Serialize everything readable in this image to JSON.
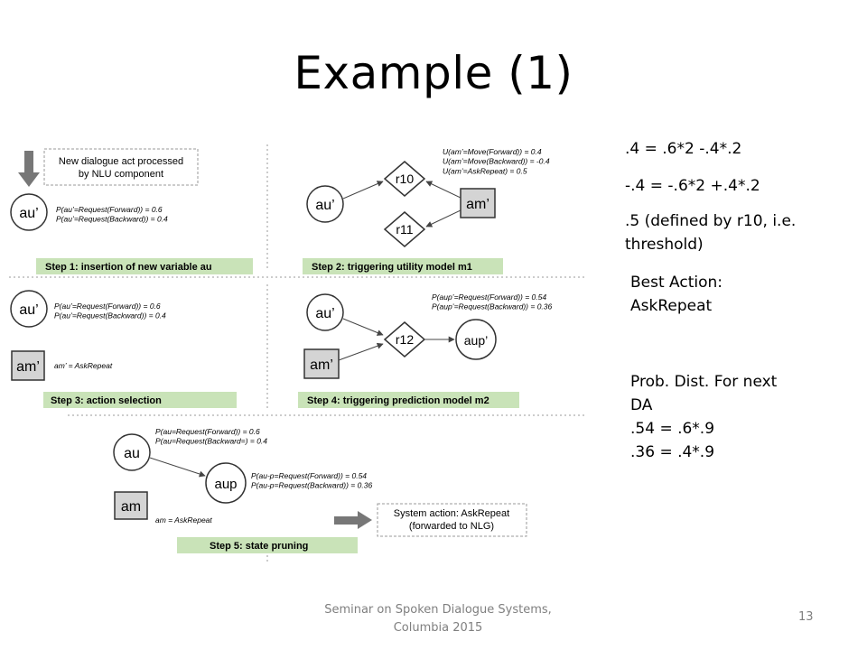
{
  "title": "Example (1)",
  "figure": {
    "panel1": {
      "box": "New dialogue act processed\nby NLU component",
      "node": "au’",
      "probs": [
        "P(au’=Request(Forward)) = 0.6",
        "P(au’=Request(Backward)) = 0.4"
      ],
      "step": "Step 1: insertion of new variable au"
    },
    "panel2": {
      "utils": [
        "U(am’=Move(Forward)) = 0.4",
        "U(am’=Move(Backward)) = -0.4",
        "U(am’=AskRepeat) = 0.5"
      ],
      "nodes": [
        "au’",
        "am’",
        "r10",
        "r11"
      ],
      "step": "Step 2: triggering utility model m1"
    },
    "panel3": {
      "nodes": [
        "au’",
        "am’"
      ],
      "probs": [
        "P(au’=Request(Forward)) = 0.6",
        "P(au’=Request(Backward)) = 0.4"
      ],
      "am_value": "am’ = AskRepeat",
      "step": "Step 3: action selection"
    },
    "panel4": {
      "nodes": [
        "au’",
        "am’",
        "r12",
        "aup’"
      ],
      "probs": [
        "P(aup’=Request(Forward)) = 0.54",
        "P(aup’=Request(Backward)) = 0.36"
      ],
      "step": "Step 4: triggering prediction model m2"
    },
    "panel5": {
      "nodes": [
        "au",
        "aup",
        "am"
      ],
      "probs_top": [
        "P(au=Request(Forward)) = 0.6",
        "P(au=Request(Backward=) = 0.4"
      ],
      "probs_right": [
        "P(au-p=Request(Forward)) = 0.54",
        "P(au-p=Request(Backward)) = 0.36"
      ],
      "am_value": "am = AskRepeat",
      "system_action": "System action: AskRepeat\n(forwarded to NLG)",
      "step": "Step 5: state pruning"
    }
  },
  "notes": [
    ".4 = .6*2 -.4*.2",
    "-.4 = -.6*2 +.4*.2",
    ".5 (defined by r10, i.e.\nthreshold)",
    "Best Action:\nAskRepeat",
    "Prob. Dist. For next\nDA\n.54 = .6*.9\n.36 = .4*.9"
  ],
  "footer": "Seminar on Spoken Dialogue Systems,\nColumbia 2015",
  "page_number": "13"
}
